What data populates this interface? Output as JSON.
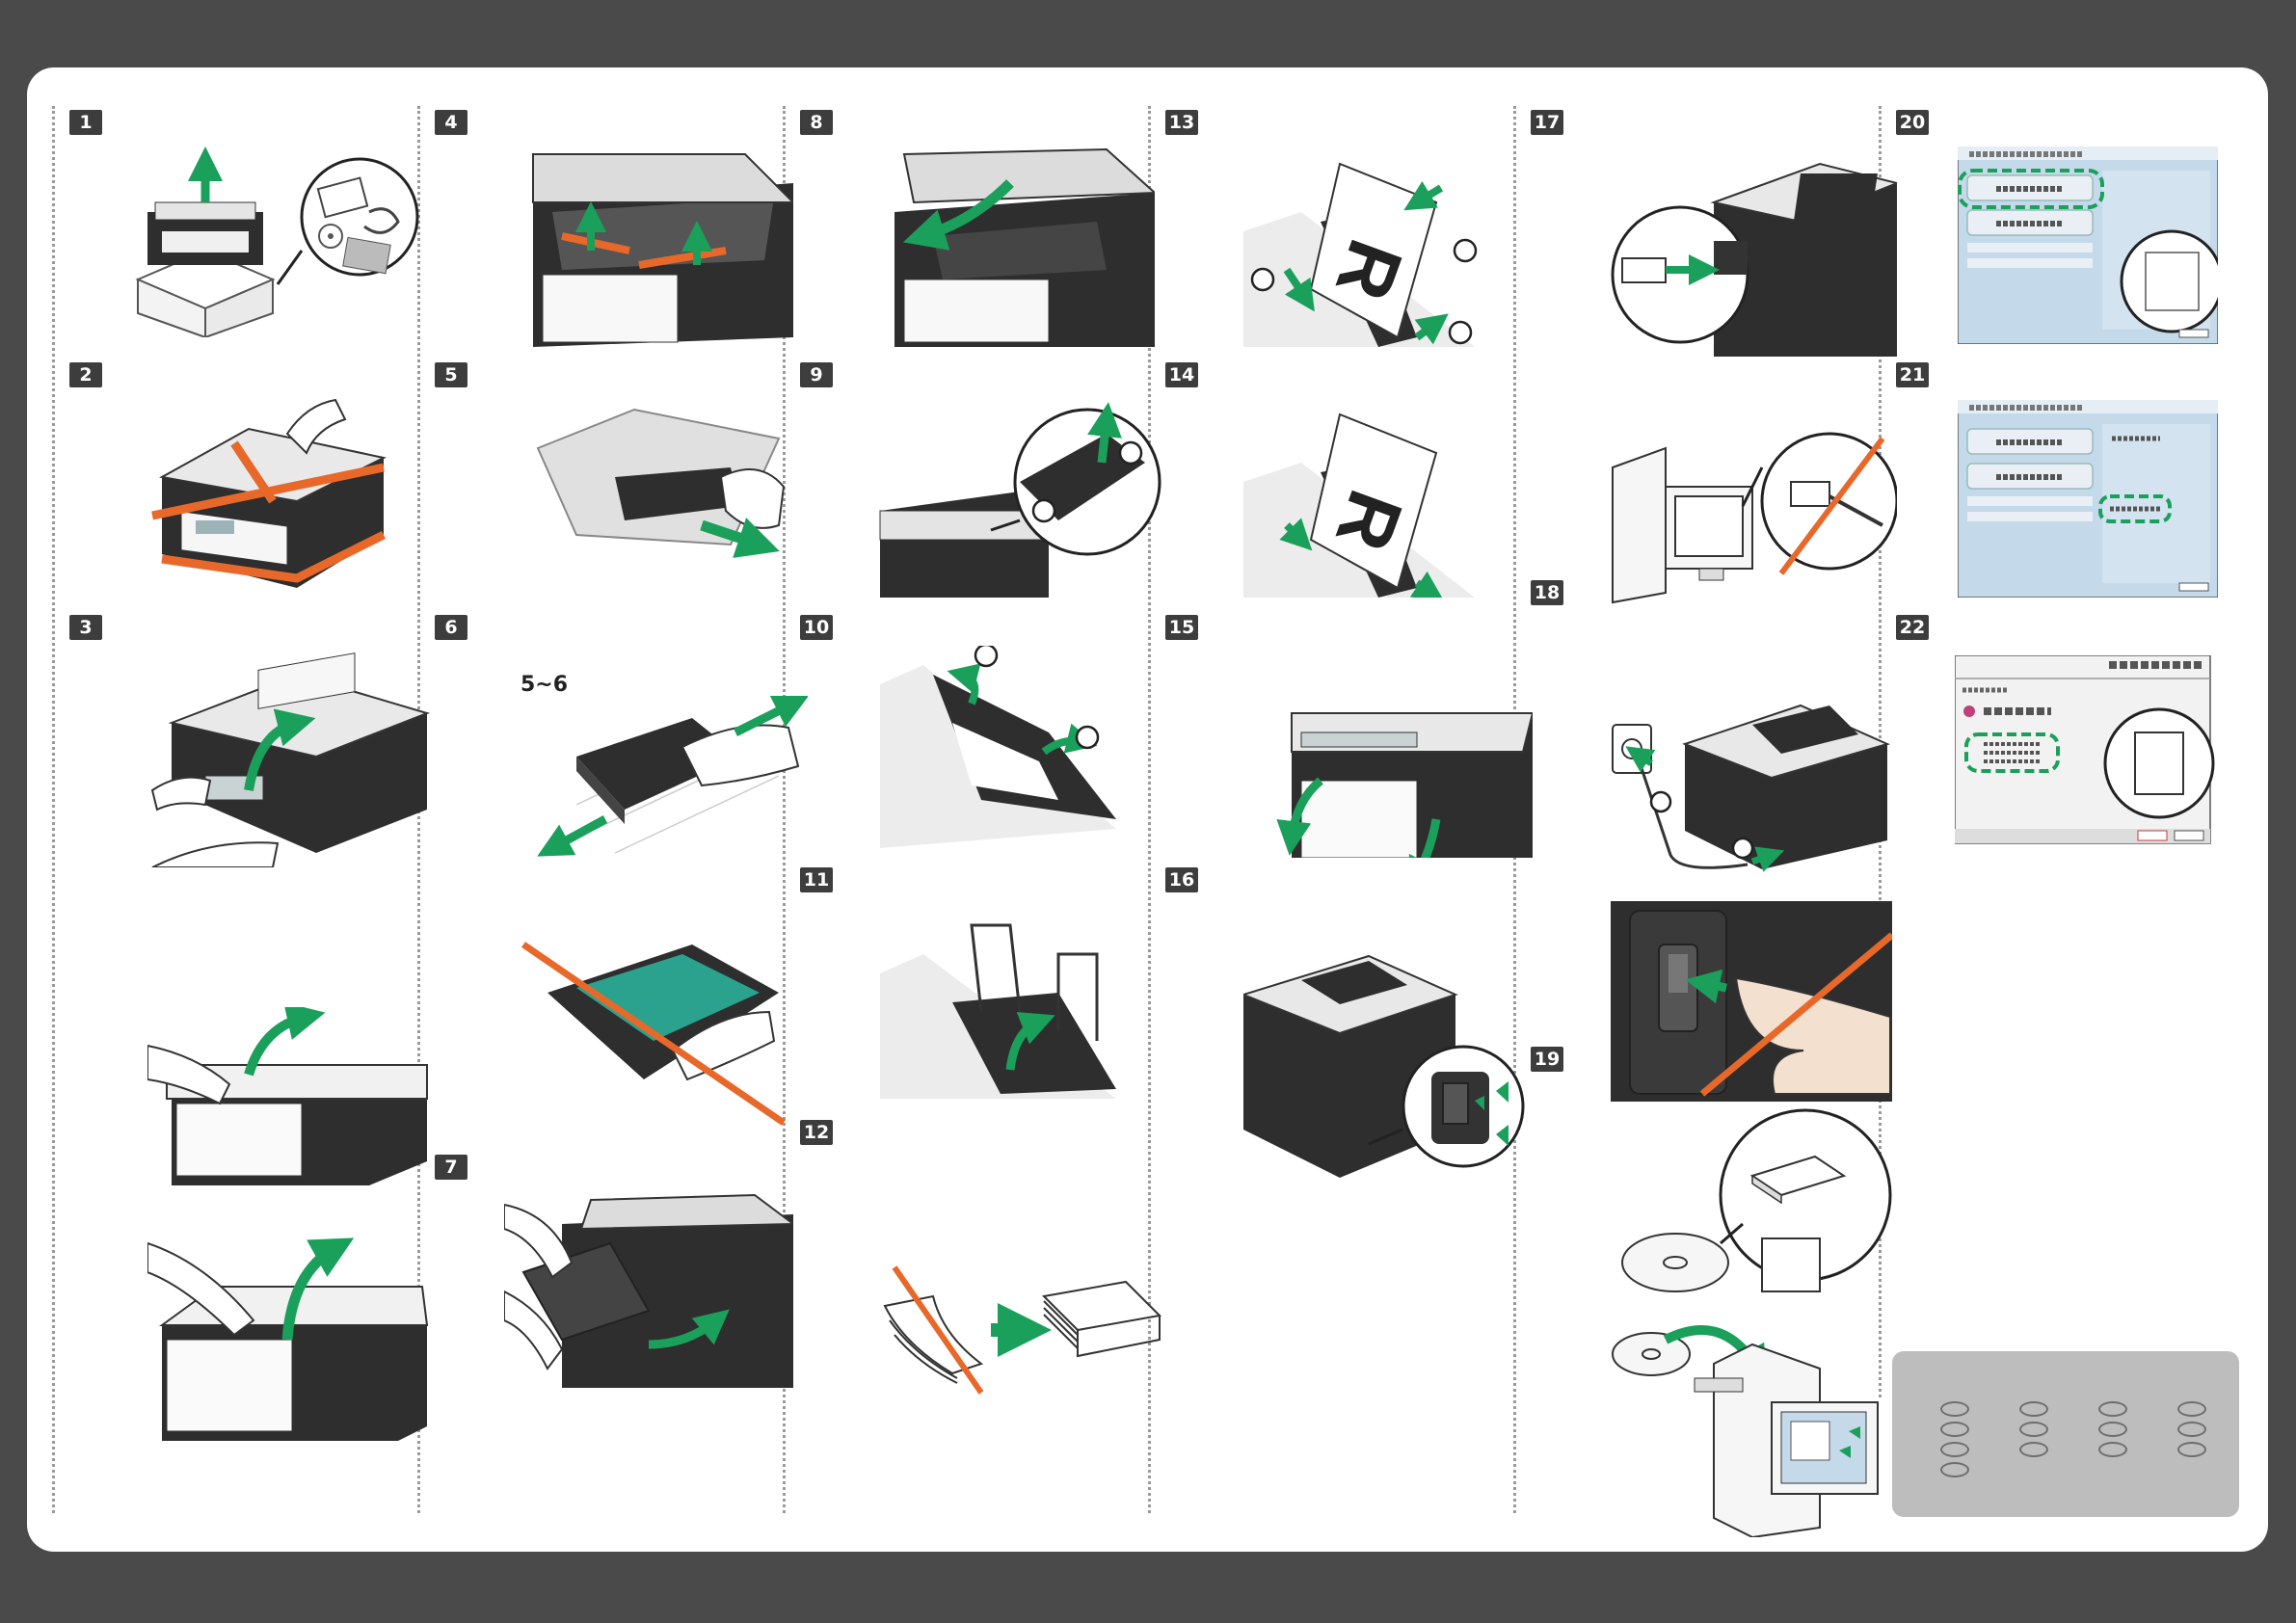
{
  "steps": [
    {
      "number": "1"
    },
    {
      "number": "2"
    },
    {
      "number": "3"
    },
    {
      "number": "4"
    },
    {
      "number": "5"
    },
    {
      "number": "6"
    },
    {
      "number": "7"
    },
    {
      "number": "8"
    },
    {
      "number": "9"
    },
    {
      "number": "10"
    },
    {
      "number": "11"
    },
    {
      "number": "12"
    },
    {
      "number": "13"
    },
    {
      "number": "14"
    },
    {
      "number": "15"
    },
    {
      "number": "16"
    },
    {
      "number": "17"
    },
    {
      "number": "18"
    },
    {
      "number": "19"
    },
    {
      "number": "20"
    },
    {
      "number": "21"
    },
    {
      "number": "22"
    }
  ],
  "annotations": {
    "shake_count": "5~6"
  },
  "colors": {
    "background": "#4a4a4a",
    "sheet": "#ffffff",
    "badge": "#3d3d3d",
    "arrow_green": "#1aa05a",
    "tape_orange": "#e8682a",
    "printer_dark": "#2e2e2e",
    "screen_blue": "#c4d9ea",
    "legend_box": "#bdbdbd"
  }
}
